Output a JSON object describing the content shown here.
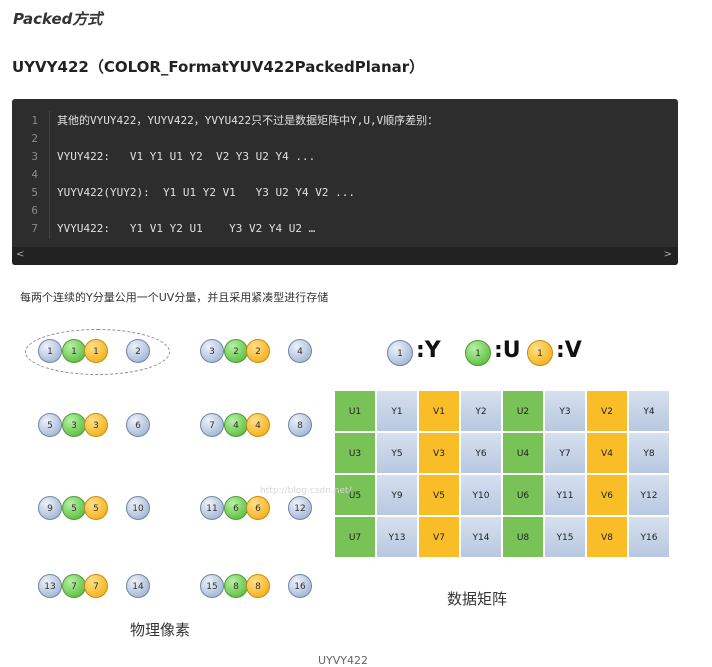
{
  "heading": "Packed方式",
  "subheading": "UYVY422（COLOR_FormatYUV422PackedPlanar）",
  "code": {
    "lines": [
      {
        "num": "1",
        "text": "其他的VYUY422，YUYV422，YVYU422只不过是数据矩阵中Y,U,V顺序差别："
      },
      {
        "num": "2",
        "text": ""
      },
      {
        "num": "3",
        "text": "VYUY422:   V1 Y1 U1 Y2  V2 Y3 U2 Y4 ..."
      },
      {
        "num": "4",
        "text": ""
      },
      {
        "num": "5",
        "text": "YUYV422(YUY2):  Y1 U1 Y2 V1   Y3 U2 Y4 V2 ..."
      },
      {
        "num": "6",
        "text": ""
      },
      {
        "num": "7",
        "text": "YVYU422:   Y1 V1 Y2 U1    Y3 V2 Y4 U2 …"
      }
    ],
    "scroll_left": "<",
    "scroll_right": ">"
  },
  "caption": "每两个连续的Y分量公用一个UV分量，并且采用紧凑型进行存储",
  "legend": {
    "y_num": "1",
    "y_label": ":Y",
    "u_num": "1",
    "u_label": ":U",
    "v_num": "1",
    "v_label": ":V"
  },
  "pixel_groups": [
    {
      "y1": "1",
      "u": "1",
      "v": "1",
      "y2": "2"
    },
    {
      "y1": "3",
      "u": "2",
      "v": "2",
      "y2": "4"
    },
    {
      "y1": "5",
      "u": "3",
      "v": "3",
      "y2": "6"
    },
    {
      "y1": "7",
      "u": "4",
      "v": "4",
      "y2": "8"
    },
    {
      "y1": "9",
      "u": "5",
      "v": "5",
      "y2": "10"
    },
    {
      "y1": "11",
      "u": "6",
      "v": "6",
      "y2": "12"
    },
    {
      "y1": "13",
      "u": "7",
      "v": "7",
      "y2": "14"
    },
    {
      "y1": "15",
      "u": "8",
      "v": "8",
      "y2": "16"
    }
  ],
  "matrix": [
    [
      {
        "t": "U",
        "v": "U1"
      },
      {
        "t": "Y",
        "v": "Y1"
      },
      {
        "t": "V",
        "v": "V1"
      },
      {
        "t": "Y",
        "v": "Y2"
      },
      {
        "t": "U",
        "v": "U2"
      },
      {
        "t": "Y",
        "v": "Y3"
      },
      {
        "t": "V",
        "v": "V2"
      },
      {
        "t": "Y",
        "v": "Y4"
      }
    ],
    [
      {
        "t": "U",
        "v": "U3"
      },
      {
        "t": "Y",
        "v": "Y5"
      },
      {
        "t": "V",
        "v": "V3"
      },
      {
        "t": "Y",
        "v": "Y6"
      },
      {
        "t": "U",
        "v": "U4"
      },
      {
        "t": "Y",
        "v": "Y7"
      },
      {
        "t": "V",
        "v": "V4"
      },
      {
        "t": "Y",
        "v": "Y8"
      }
    ],
    [
      {
        "t": "U",
        "v": "U5"
      },
      {
        "t": "Y",
        "v": "Y9"
      },
      {
        "t": "V",
        "v": "V5"
      },
      {
        "t": "Y",
        "v": "Y10"
      },
      {
        "t": "U",
        "v": "U6"
      },
      {
        "t": "Y",
        "v": "Y11"
      },
      {
        "t": "V",
        "v": "V6"
      },
      {
        "t": "Y",
        "v": "Y12"
      }
    ],
    [
      {
        "t": "U",
        "v": "U7"
      },
      {
        "t": "Y",
        "v": "Y13"
      },
      {
        "t": "V",
        "v": "V7"
      },
      {
        "t": "Y",
        "v": "Y14"
      },
      {
        "t": "U",
        "v": "U8"
      },
      {
        "t": "Y",
        "v": "Y15"
      },
      {
        "t": "V",
        "v": "V8"
      },
      {
        "t": "Y",
        "v": "Y16"
      }
    ]
  ],
  "matrix_caption": "数据矩阵",
  "physical_caption": "物理像素",
  "figure_caption": "UYVY422",
  "watermark": "http://blog.csdn.net/",
  "colors": {
    "y": "#b7c8e0",
    "u": "#78c258",
    "v": "#f9bd28",
    "code_bg": "#2d2d2d"
  }
}
